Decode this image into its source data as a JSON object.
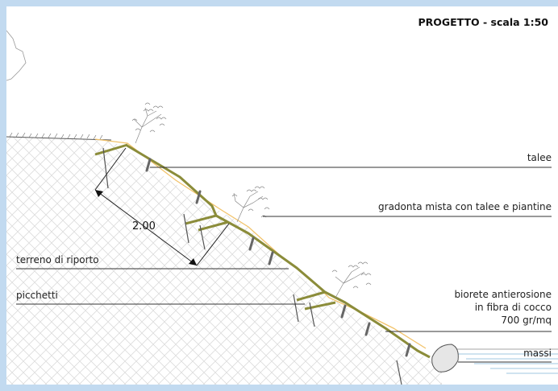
{
  "title": "PROGETTO - scala 1:50",
  "dimension": "2.00",
  "labels": {
    "talee": "talee",
    "gradonata": "gradonta mista con talee e piantine",
    "terreno": "terreno di riporto",
    "picchetti": "picchetti",
    "biorete_line1": "biorete antierosione",
    "biorete_line2": "in fibra di cocco",
    "biorete_line3": "700 gr/mq",
    "massi": "massi"
  },
  "colors": {
    "page_border": "#c2daf0",
    "geogrid": "#8b8c3a",
    "fiber": "#f2c36b",
    "hatch": "#d9d9d9",
    "water": "#7fb4d6"
  }
}
